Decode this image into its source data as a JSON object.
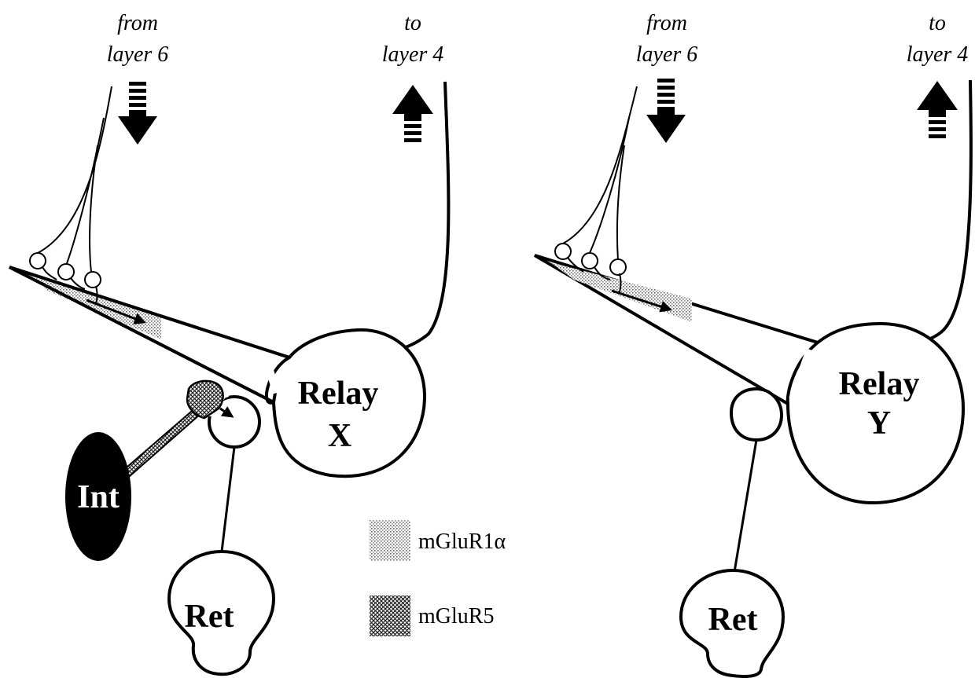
{
  "panels": [
    {
      "from_label_1": "from",
      "from_label_2": "layer 6",
      "to_label_1": "to",
      "to_label_2": "layer 4",
      "relay_label_1": "Relay",
      "relay_label_2": "X",
      "ret_label": "Ret",
      "int_label": "Int"
    },
    {
      "from_label_1": "from",
      "from_label_2": "layer 6",
      "to_label_1": "to",
      "to_label_2": "layer 4",
      "relay_label_1": "Relay",
      "relay_label_2": "Y",
      "ret_label": "Ret"
    }
  ],
  "legend": [
    {
      "label": "mGluR1α",
      "pattern": "dots"
    },
    {
      "label": "mGluR5",
      "pattern": "crosshatch"
    }
  ],
  "colors": {
    "ink": "#000000",
    "paper": "#ffffff"
  }
}
